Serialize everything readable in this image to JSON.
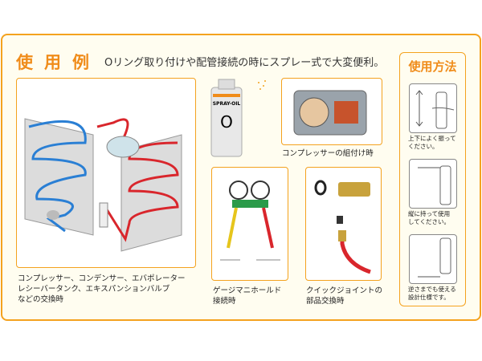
{
  "header": {
    "title": "使用例",
    "lead": "Oリング取り付けや配管接続の時にスプレー式で大変便利。"
  },
  "examples": [
    {
      "caption": "コンプレッサー、コンデンサー、エバポレーター\nレシーバータンク、エキスパンションバルブ\nなどの交換時"
    },
    {
      "caption": "コンプレッサーの組付け時"
    },
    {
      "caption": "ゲージマニホールド\n接続時"
    },
    {
      "caption": "クイックジョイントの\n部品交換時"
    }
  ],
  "product": {
    "label": "SPRAY-OIL",
    "mark": "O"
  },
  "howto": {
    "title": "使用方法",
    "steps": [
      {
        "text": "上下によく振って\nください。"
      },
      {
        "text": "縦に持って使用\nしてください。"
      },
      {
        "text": "逆さまでも使える\n設計仕様です。"
      }
    ]
  },
  "colors": {
    "accent": "#f4a21e",
    "title": "#f08c1a",
    "pipe_hot": "#d9262c",
    "pipe_cold": "#2a7fd4"
  }
}
